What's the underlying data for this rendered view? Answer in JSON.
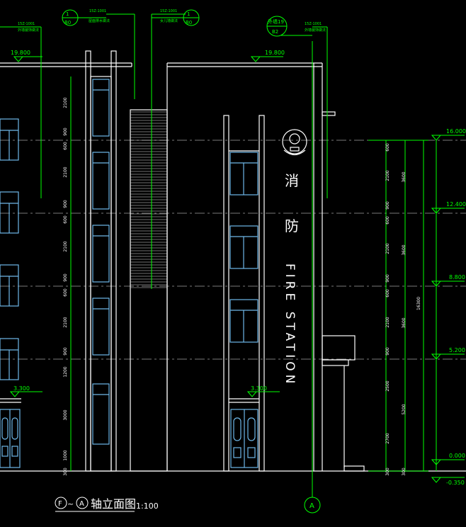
{
  "title": {
    "axis_from": "F",
    "axis_to": "A",
    "tilde": "~",
    "text": "轴立面图",
    "scale": "1:100"
  },
  "top_callouts": [
    {
      "circle_top": "1",
      "circle_bottom": "B0",
      "ref": "15Z-1001",
      "note": "屋面排水做法"
    },
    {
      "circle_top": "1",
      "circle_bottom": "B0",
      "ref": "15Z-1001",
      "note": "女儿墙做法"
    },
    {
      "circle_top": "外墙19",
      "circle_bottom": "B2",
      "ref": "15Z-1001",
      "note": "外墙装饰做法"
    }
  ],
  "left_callout": {
    "ref": "15Z-1001",
    "note": "外墙装饰做法"
  },
  "elevations_left": [
    "19.800",
    "3.300"
  ],
  "elevations_mid": [
    "19.800",
    "3.300"
  ],
  "elevations_right": [
    "16.000",
    "12.400",
    "8.800",
    "5.200",
    "0.000",
    "-0.350"
  ],
  "dims_left": [
    "2100",
    "900",
    "600",
    "2100",
    "900",
    "600",
    "2100",
    "900",
    "600",
    "2100",
    "900",
    "1200",
    "3000",
    "1000",
    "300"
  ],
  "dims_right_inner": [
    "600",
    "2100",
    "900",
    "600",
    "2100",
    "900",
    "600",
    "2100",
    "900",
    "2500",
    "2700",
    "300"
  ],
  "dims_right_mid": [
    "3600",
    "3600",
    "3600",
    "5200",
    "300"
  ],
  "dims_right_total": "16300",
  "signage": {
    "cn1": "消",
    "cn2": "防",
    "en": "FIRE STATION"
  },
  "axis_bottom": "A",
  "colors": {
    "line_white": "#ffffff",
    "line_green": "#00ff00",
    "window_blue": "#6fb8e8",
    "dash": "#8a8a8a"
  }
}
